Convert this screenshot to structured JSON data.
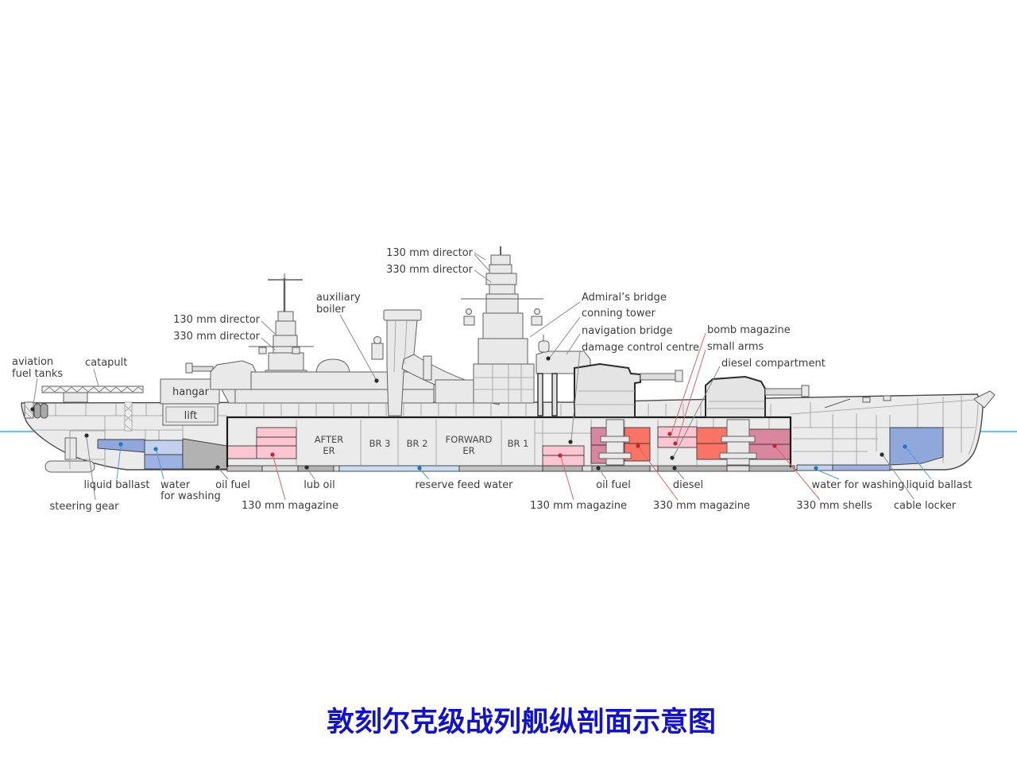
{
  "diagram_title": "敦刻尔克级战列舰纵剖面示意图",
  "colors": {
    "label_gray": "#3d3d3d",
    "label_red": "#c32531",
    "label_blue": "#1b79bd",
    "title_blue": "#1111d4",
    "waterline_blue": "#68c5f1",
    "hull_fill": "#ebebeb",
    "hull_line": "#4a4a4a",
    "magazine_pink": "#fcc5d2",
    "magazine_red_330": "#fb7365",
    "shells_rose": "#d8879f",
    "ballast_blue": "#90a7db",
    "washing_blue_light": "#c3d1ee",
    "washing_blue_dark": "#9db2e2",
    "feed_water_blue": "#cadcf4",
    "oil_fuel_gray": "#b2b2b2"
  },
  "labels": {
    "aviation_fuel_tanks": [
      "aviation",
      "fuel tanks"
    ],
    "catapult": "catapult",
    "director_130mm": "130 mm director",
    "director_330mm": "330 mm director",
    "auxiliary_boiler": [
      "auxiliary",
      "boiler"
    ],
    "admirals_bridge": "Admiral’s bridge",
    "conning_tower": "conning tower",
    "navigation_bridge": "navigation bridge",
    "damage_control_centre": "damage control centre",
    "bomb_magazine": "bomb magazine",
    "small_arms": "small arms",
    "diesel_compartment": "diesel compartment",
    "hangar": "hangar",
    "lift": "lift",
    "steering_gear": "steering gear",
    "liquid_ballast": "liquid ballast",
    "water_for_washing": "water for washing",
    "water_for_washing_lines": [
      "water",
      "for washing"
    ],
    "oil_fuel": "oil fuel",
    "magazine_130mm": "130 mm magazine",
    "lub_oil": "lub oil",
    "reserve_feed_water": "reserve feed water",
    "diesel": "diesel",
    "magazine_330mm": "330 mm magazine",
    "shells_330mm": "330 mm shells",
    "cable_locker": "cable locker"
  },
  "compartments": {
    "after_er": [
      "AFTER",
      "ER"
    ],
    "br3": "BR 3",
    "br2": "BR 2",
    "forward_er": [
      "FORWARD",
      "ER"
    ],
    "br1": "BR 1"
  }
}
